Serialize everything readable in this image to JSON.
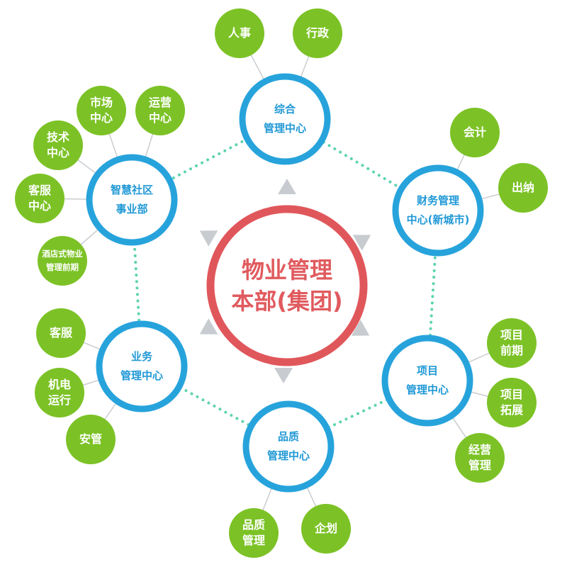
{
  "colors": {
    "center_ring": "#e0575b",
    "department_ring": "#27a3dc",
    "department_text": "#2199d6",
    "sub_node_fill": "#7cc226",
    "sub_node_text": "#ffffff",
    "dotted_ring": "#5dd3b0",
    "arrow": "#c8ccd0",
    "connector": "#c9ccd0"
  },
  "center": {
    "lines": [
      "物业管理",
      "本部(集团)"
    ]
  },
  "departments": [
    {
      "id": "zonghe",
      "lines": [
        "综合",
        "管理中心"
      ],
      "subs": [
        {
          "lines": [
            "人事"
          ]
        },
        {
          "lines": [
            "行政"
          ]
        }
      ]
    },
    {
      "id": "caiwu",
      "lines": [
        "财务管理",
        "中心(新城市)"
      ],
      "subs": [
        {
          "lines": [
            "会计"
          ]
        },
        {
          "lines": [
            "出纳"
          ]
        }
      ]
    },
    {
      "id": "xiangmu",
      "lines": [
        "项目",
        "管理中心"
      ],
      "subs": [
        {
          "lines": [
            "项目",
            "前期"
          ]
        },
        {
          "lines": [
            "项目",
            "拓展"
          ]
        },
        {
          "lines": [
            "经营",
            "管理"
          ]
        }
      ]
    },
    {
      "id": "pinzhi",
      "lines": [
        "品质",
        "管理中心"
      ],
      "subs": [
        {
          "lines": [
            "品质",
            "管理"
          ]
        },
        {
          "lines": [
            "企划"
          ]
        }
      ]
    },
    {
      "id": "yewu",
      "lines": [
        "业务",
        "管理中心"
      ],
      "subs": [
        {
          "lines": [
            "客服"
          ]
        },
        {
          "lines": [
            "机电",
            "运行"
          ]
        },
        {
          "lines": [
            "安管"
          ]
        }
      ]
    },
    {
      "id": "zhihui",
      "lines": [
        "智慧社区",
        "事业部"
      ],
      "subs": [
        {
          "lines": [
            "市场",
            "中心"
          ]
        },
        {
          "lines": [
            "运营",
            "中心"
          ]
        },
        {
          "lines": [
            "技术",
            "中心"
          ]
        },
        {
          "lines": [
            "客服",
            "中心"
          ]
        },
        {
          "lines": [
            "酒店式物业",
            "管理前期"
          ]
        }
      ]
    }
  ]
}
